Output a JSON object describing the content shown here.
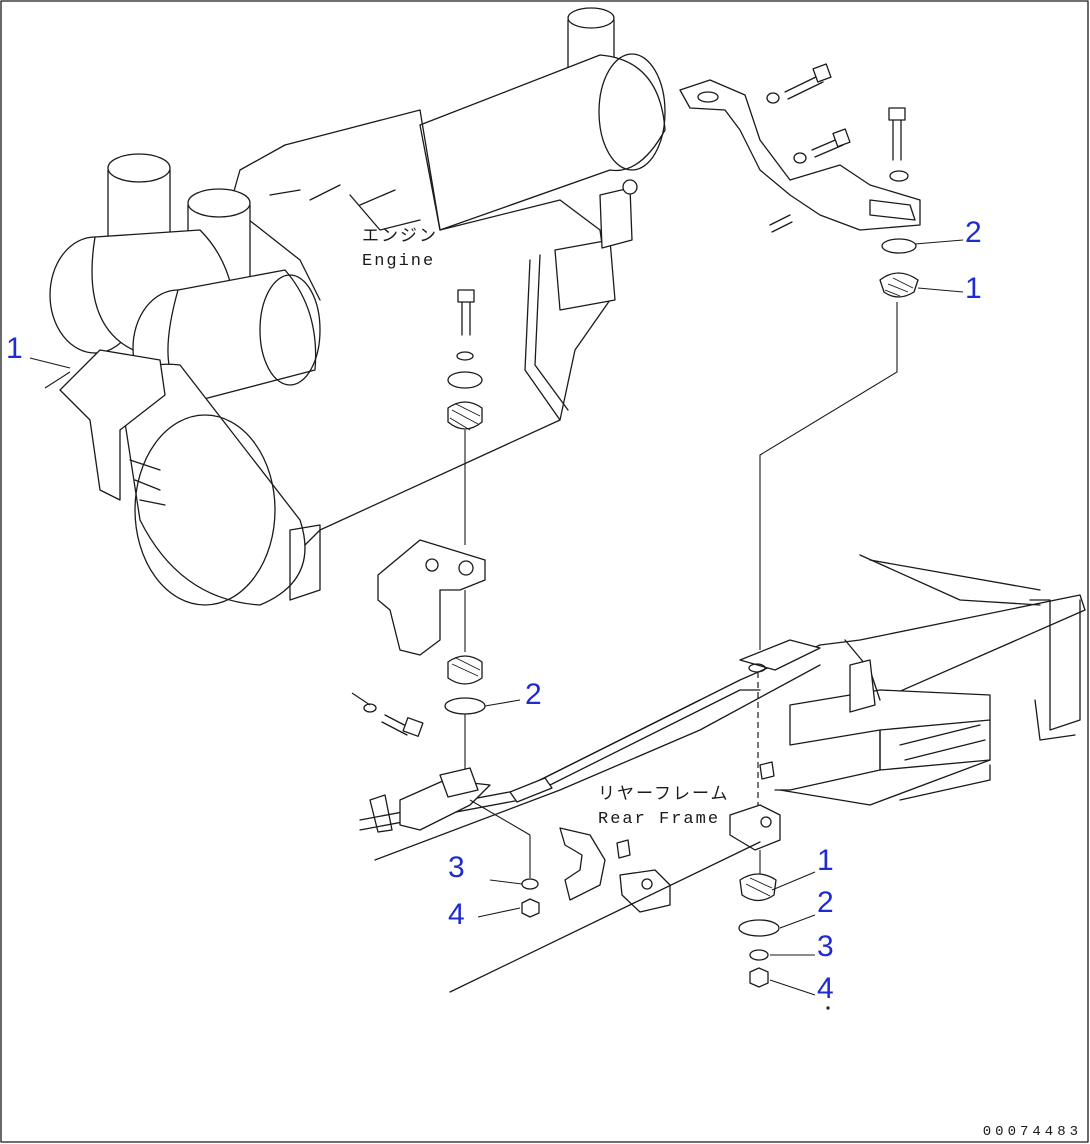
{
  "labels": {
    "engine_jp": "エンジン",
    "engine_en": "Engine",
    "frame_jp": "リヤーフレーム",
    "frame_en": "Rear Frame"
  },
  "callouts": {
    "front_left_1": "1",
    "mid_2": "2",
    "left_3": "3",
    "left_4": "4",
    "top_right_2": "2",
    "top_right_1": "1",
    "bottom_right_1": "1",
    "bottom_right_2": "2",
    "bottom_right_3": "3",
    "bottom_right_4": "4"
  },
  "document_number": "00074483",
  "colors": {
    "callout": "#1f2bd0",
    "line": "#1a1a1a",
    "background": "#ffffff"
  }
}
